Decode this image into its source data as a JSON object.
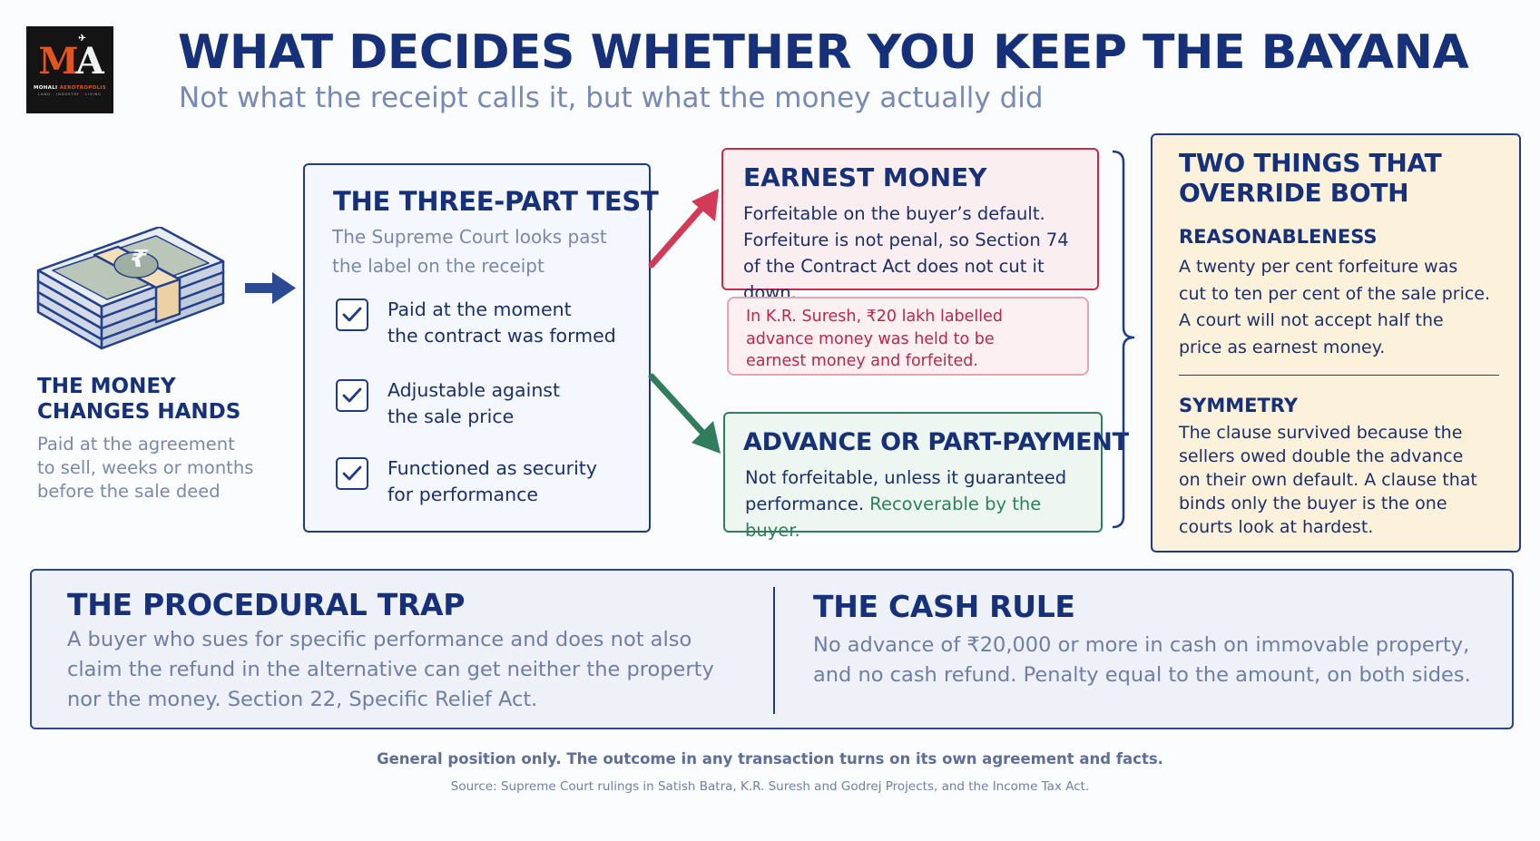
{
  "logo": {
    "mark_left": "M",
    "mark_right": "A",
    "name_part1": "MOHALI ",
    "name_part2": "AEROTROPOLIS",
    "tagline": "LAND · INDUSTRY · LIVING"
  },
  "header": {
    "title": "WHAT DECIDES WHETHER YOU KEEP THE BAYANA",
    "subtitle": "Not what the receipt calls it, but what the money actually did"
  },
  "money": {
    "symbol": "₹",
    "title_line1": "THE MONEY",
    "title_line2": "CHANGES HANDS",
    "text_line1": "Paid at the agreement",
    "text_line2": "to sell, weeks or months",
    "text_line3": "before the sale deed"
  },
  "test": {
    "title": "THE THREE-PART TEST",
    "lead_line1": "The Supreme Court looks past",
    "lead_line2": "the label on the receipt",
    "items": [
      {
        "line1": "Paid at the moment",
        "line2": "the contract was formed"
      },
      {
        "line1": "Adjustable against",
        "line2": "the sale price"
      },
      {
        "line1": "Functioned as security",
        "line2": "for performance"
      }
    ]
  },
  "earnest": {
    "title": "EARNEST MONEY",
    "line1": "Forfeitable on the buyer’s default.",
    "line2": "Forfeiture is not penal, so Section 74",
    "line3": "of the Contract Act does not cut it down.",
    "note_line1": "In K.R. Suresh, ₹20 lakh labelled",
    "note_line2": "advance money was held to be",
    "note_line3": "earnest money and forfeited."
  },
  "advance": {
    "title": "ADVANCE OR PART-PAYMENT",
    "line1": "Not forfeitable, unless it guaranteed",
    "line2_a": "performance. ",
    "line2_b": "Recoverable by the buyer."
  },
  "override": {
    "title_line1": "TWO THINGS THAT",
    "title_line2": "OVERRIDE BOTH",
    "reasonableness": {
      "heading": "REASONABLENESS",
      "lines": [
        "A twenty per cent forfeiture was",
        "cut to ten per cent of the sale price.",
        "A court will not accept half the",
        "price as earnest money."
      ]
    },
    "symmetry": {
      "heading": "SYMMETRY",
      "lines": [
        "The clause survived because the",
        "sellers owed double the advance",
        "on their own default. A clause that",
        "binds only the buyer is the one",
        "courts look at hardest."
      ]
    }
  },
  "procedural": {
    "title": "THE PROCEDURAL TRAP",
    "lines": [
      "A buyer who sues for specific performance and does not also",
      "claim the refund in the alternative can get neither the property",
      "nor the money. Section 22, Specific Relief Act."
    ]
  },
  "cash": {
    "title": "THE CASH RULE",
    "lines": [
      "No advance of ₹20,000 or more in cash on immovable property,",
      "and no cash refund. Penalty equal to the amount, on both sides."
    ]
  },
  "footer": {
    "note": "General position only. The outcome in any transaction turns on its own agreement and facts.",
    "source": "Source: Supreme Court rulings in Satish Batra, K.R. Suresh and Godrej Projects, and the Income Tax Act."
  },
  "colors": {
    "navy": "#16307a",
    "earnest_red": "#c72d4b",
    "advance_green": "#2d7f5d",
    "override_bg": "#fcf1da"
  }
}
